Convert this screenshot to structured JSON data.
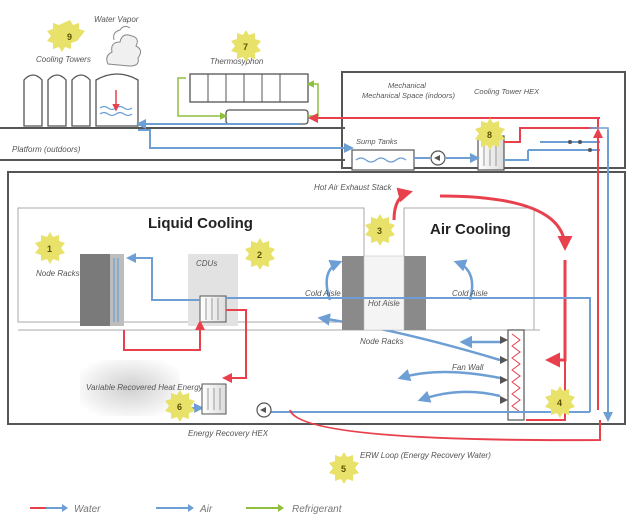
{
  "labels": {
    "water_vapor": "Water Vapor",
    "cooling_towers": "Cooling Towers",
    "thermosyphon": "Thermosyphon",
    "mechanical_space": "Mechanical Space (indoors)",
    "cooling_tower_hex": "Cooling Tower HEX",
    "platform": "Platform (outdoors)",
    "sump_tanks": "Sump Tanks",
    "hot_air_exhaust": "Hot Air Exhaust Stack",
    "liquid_cooling": "Liquid Cooling",
    "air_cooling": "Air Cooling",
    "node_racks_left": "Node Racks",
    "cdus": "CDUs",
    "cold_aisle": "Cold Aisle",
    "hot_aisle": "Hot Aisle",
    "node_racks_mid": "Node Racks",
    "fan_wall": "Fan Wall",
    "variable_heat": "Variable Recovered Heat Energy",
    "energy_recovery_hex": "Energy Recovery HEX",
    "erw_loop": "ERW Loop (Energy Recovery Water)"
  },
  "badges": [
    "1",
    "2",
    "3",
    "4",
    "5",
    "6",
    "7",
    "8",
    "9"
  ],
  "legend": [
    {
      "label": "Water",
      "color": "#e8414d"
    },
    {
      "label": "Air",
      "color": "#6d9fd4"
    },
    {
      "label": "Refrigerant",
      "color": "#8fbf3f"
    }
  ],
  "colors": {
    "water": "#e8414d",
    "air": "#6d9fd4",
    "refrigerant": "#8fbf3f",
    "badge": "#e9e26a"
  }
}
